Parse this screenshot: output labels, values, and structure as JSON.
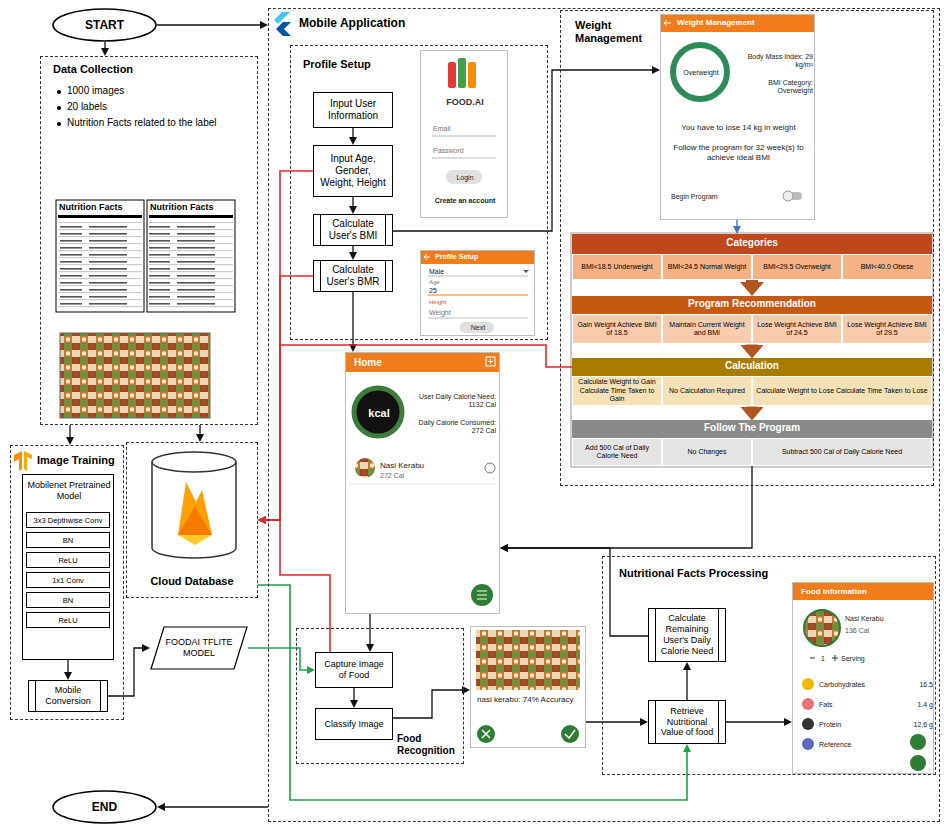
{
  "diagram": {
    "nodes": [
      {
        "text": [
          "START"
        ]
      },
      {
        "text": [
          "Mobile Application"
        ]
      },
      {
        "text": [
          "Data Collection",
          "1000 images",
          "20 labels",
          "Nutrition Facts related to the label"
        ]
      },
      {
        "text": [
          "Image Training"
        ]
      },
      {
        "text": [
          "Mobilenet Pretrained Model"
        ],
        "in": 3
      },
      {
        "text": [
          "3x3 Depthwise Conv"
        ],
        "in": 4
      },
      {
        "text": [
          "BN"
        ],
        "in": 4
      },
      {
        "text": [
          "ReLU"
        ],
        "in": 4
      },
      {
        "text": [
          "1x1 Conv"
        ],
        "in": 4
      },
      {
        "text": [
          "BN"
        ],
        "in": 4
      },
      {
        "text": [
          "ReLU"
        ],
        "in": 4
      },
      {
        "text": [
          "Mobile Conversion"
        ],
        "in": 3
      },
      {
        "text": [
          "Cloud Database"
        ]
      },
      {
        "text": [
          "FOODAI TFLITE MODEL"
        ]
      },
      {
        "text": [
          "Profile Setup"
        ],
        "in": 1
      },
      {
        "text": [
          "Input User Information"
        ],
        "in": 14
      },
      {
        "text": [
          "Input Age, Gender, Weight, Height"
        ],
        "in": 14
      },
      {
        "text": [
          "Calculate User's BMI"
        ],
        "in": 14
      },
      {
        "text": [
          "Calculate User's BMR"
        ],
        "in": 14
      },
      {
        "text": [
          "FOOD.AI",
          "Email",
          "Password",
          "Login",
          "Create an account"
        ],
        "in": 14
      },
      {
        "text": [
          "Profile Setup",
          "Male",
          "Age",
          "25",
          "Height",
          "Weight",
          "Next"
        ],
        "in": 14
      },
      {
        "text": [
          "Weight Management"
        ],
        "in": 1
      },
      {
        "text": [
          "Weight Management",
          "Overweight",
          "Body Mass Index: 29 kg/m²",
          "BMI Category: Overweight",
          "You have to lose 14 kg in weight",
          "Follow the program for 32 week(s) to achieve ideal BMI",
          "Begin Program"
        ],
        "in": 21
      },
      {
        "text": [
          "Categories"
        ],
        "in": 21
      },
      {
        "text": [
          "BMI<18.5 Underweight"
        ],
        "in": 23
      },
      {
        "text": [
          "BMI<24.5 Normal Weight"
        ],
        "in": 23
      },
      {
        "text": [
          "BMI<29.5 Overweight"
        ],
        "in": 23
      },
      {
        "text": [
          "BMI<40.0 Obese"
        ],
        "in": 23
      },
      {
        "text": [
          "Program Recommendation"
        ],
        "in": 21
      },
      {
        "text": [
          "Gain Weight Achieve BMI of 18.5"
        ],
        "in": 28
      },
      {
        "text": [
          "Maintain Current Weight and BMI"
        ],
        "in": 28
      },
      {
        "text": [
          "Lose Weight Achieve BMI of 24.5"
        ],
        "in": 28
      },
      {
        "text": [
          "Lose Weight Achieve BMI of 29.5"
        ],
        "in": 28
      },
      {
        "text": [
          "Calculation"
        ],
        "in": 21
      },
      {
        "text": [
          "Calculate Weight to Gain Calculate Time Taken to Gain"
        ],
        "in": 33
      },
      {
        "text": [
          "No Calculation Required"
        ],
        "in": 33
      },
      {
        "text": [
          "Calculate Weight to Lose Calculate Time Taken to Lose"
        ],
        "in": 33
      },
      {
        "text": [
          "Follow The Program"
        ],
        "in": 21
      },
      {
        "text": [
          "Add 500 Cal of Daily Calorie Need"
        ],
        "in": 37
      },
      {
        "text": [
          "No Changes"
        ],
        "in": 37
      },
      {
        "text": [
          "Subtract 500 Cal of Daily Calorie Need"
        ],
        "in": 37
      },
      {
        "text": [
          "Home",
          "kcal",
          "User Daily Calorie Need: 1132 Cal",
          "Daily Calorie Consumed: 272 Cal",
          "Nasi Kerabu",
          "272 Cal"
        ],
        "in": 1
      },
      {
        "text": [
          "Food Recognition"
        ],
        "in": 1
      },
      {
        "text": [
          "Capture Image of Food"
        ],
        "in": 42
      },
      {
        "text": [
          "Classify Image"
        ],
        "in": 42
      },
      {
        "text": [
          "nasi kerabu: 74% Accuracy"
        ],
        "in": 1
      },
      {
        "text": [
          "Nutritional Facts Processing"
        ],
        "in": 1
      },
      {
        "text": [
          "Calculate Remaining User's Daily Calorie Need"
        ],
        "in": 46
      },
      {
        "text": [
          "Retrieve Nutritional Value of food"
        ],
        "in": 46
      },
      {
        "text": [
          "Food Information",
          "Nasi Kerabu",
          "136 Cal",
          "1",
          "Serving",
          "Carbohydrates",
          "16.5",
          "Fats",
          "1.4 g",
          "Protein",
          "12.6 g",
          "Reference"
        ],
        "in": 46
      },
      {
        "text": [
          "END"
        ]
      }
    ],
    "edges": [
      {
        "from": 0,
        "to": 1,
        "arrow": "to"
      },
      {
        "from": 0,
        "to": 2,
        "arrow": "to"
      },
      {
        "from": 2,
        "to": 12,
        "arrow": "to"
      },
      {
        "from": 2,
        "to": 3,
        "arrow": "to"
      },
      {
        "from": 4,
        "to": 11,
        "arrow": "to"
      },
      {
        "from": 11,
        "to": 13,
        "arrow": "to"
      },
      {
        "from": 13,
        "to": 43,
        "arrow": "to"
      },
      {
        "from": 15,
        "to": 16,
        "arrow": "to"
      },
      {
        "from": 16,
        "to": 17,
        "arrow": "to"
      },
      {
        "from": 17,
        "to": 18,
        "arrow": "to"
      },
      {
        "from": 17,
        "to": 22,
        "arrow": "to"
      },
      {
        "from": 18,
        "to": 41,
        "arrow": "to"
      },
      {
        "from": 16,
        "to": 12,
        "arrow": "to"
      },
      {
        "from": 18,
        "to": 12,
        "arrow": "to"
      },
      {
        "from": 33,
        "to": 12,
        "arrow": "to"
      },
      {
        "from": 43,
        "to": 12,
        "arrow": "to"
      },
      {
        "from": 22,
        "to": 23,
        "arrow": "to"
      },
      {
        "from": 23,
        "to": 28,
        "arrow": "to"
      },
      {
        "from": 28,
        "to": 33,
        "arrow": "to"
      },
      {
        "from": 33,
        "to": 37,
        "arrow": "to"
      },
      {
        "from": 37,
        "to": 41,
        "arrow": "to"
      },
      {
        "from": 41,
        "to": 43,
        "arrow": "to"
      },
      {
        "from": 43,
        "to": 44,
        "arrow": "to"
      },
      {
        "from": 44,
        "to": 45,
        "arrow": "to"
      },
      {
        "from": 45,
        "to": 48,
        "arrow": "to"
      },
      {
        "from": 48,
        "to": 47,
        "arrow": "to"
      },
      {
        "from": 48,
        "to": 49,
        "arrow": "to"
      },
      {
        "from": 47,
        "to": 41,
        "arrow": "to"
      },
      {
        "from": 12,
        "to": 48,
        "arrow": "to"
      },
      {
        "from": 1,
        "to": 50,
        "arrow": "to"
      }
    ],
    "labels": [
      "Nutrition Facts",
      "Nutrition Facts"
    ]
  }
}
